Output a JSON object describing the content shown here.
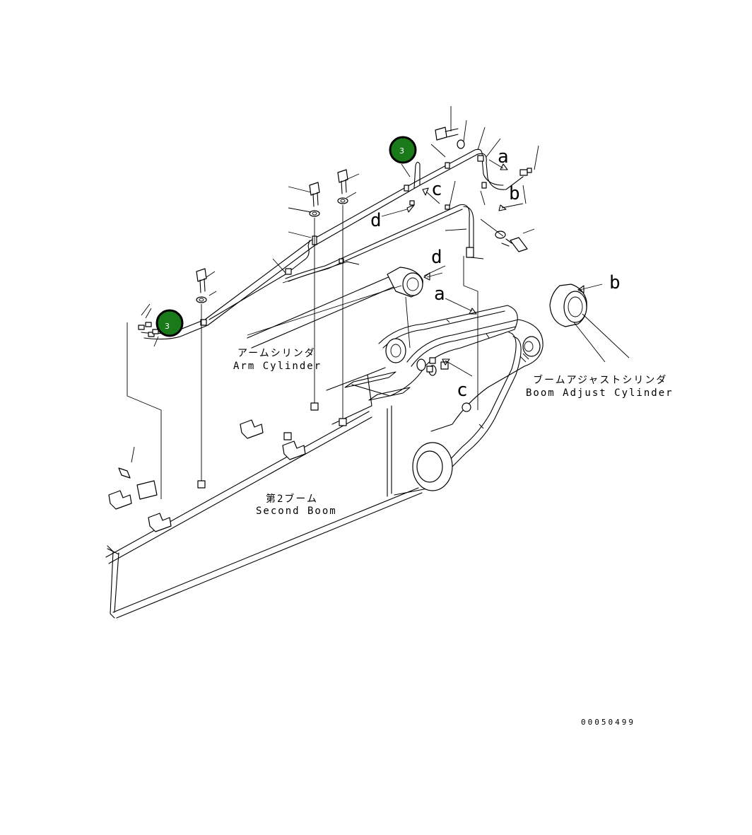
{
  "diagram": {
    "labels": {
      "arm_cylinder_jp": "アームシリンダ",
      "arm_cylinder_en": "Arm Cylinder",
      "boom_adjust_cylinder_jp": "ブームアジャストシリンダ",
      "boom_adjust_cylinder_en": "Boom Adjust Cylinder",
      "second_boom_jp": "第2ブーム",
      "second_boom_en": "Second Boom"
    },
    "reference_letters": {
      "a1": "a",
      "a2": "a",
      "b1": "b",
      "b2": "b",
      "c1": "c",
      "c2": "c",
      "d1": "d",
      "d2": "d"
    },
    "callouts": [
      {
        "id": "callout-1",
        "number": "3",
        "color": "#1a7a1a"
      },
      {
        "id": "callout-2",
        "number": "3",
        "color": "#1a7a1a"
      }
    ],
    "drawing_number": "00050499"
  }
}
